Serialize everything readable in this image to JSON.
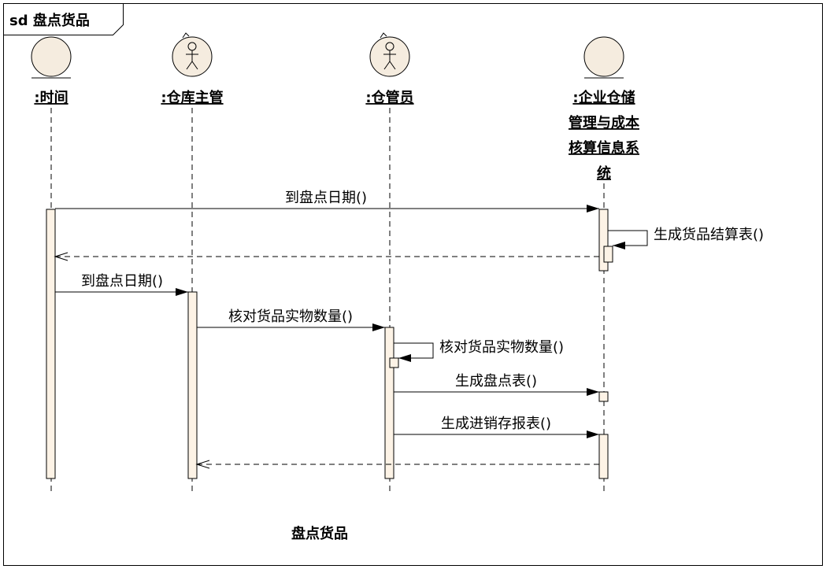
{
  "frame": {
    "title": "sd 盘点货品"
  },
  "lifelines": [
    {
      "kind": "entity",
      "name_lines": [
        ":时间"
      ]
    },
    {
      "kind": "actor",
      "name_lines": [
        ":仓库主管"
      ]
    },
    {
      "kind": "actor",
      "name_lines": [
        ":仓管员"
      ]
    },
    {
      "kind": "entity",
      "name_lines": [
        ":企业仓储",
        "管理与成本",
        "核算信息系",
        "统"
      ]
    }
  ],
  "messages": [
    {
      "from": 0,
      "to": 3,
      "kind": "sync",
      "label": "到盘点日期()"
    },
    {
      "from": 3,
      "to": 3,
      "kind": "self",
      "label": "生成货品结算表()"
    },
    {
      "from": 3,
      "to": 0,
      "kind": "return",
      "label": ""
    },
    {
      "from": 0,
      "to": 1,
      "kind": "sync",
      "label": "到盘点日期()"
    },
    {
      "from": 1,
      "to": 2,
      "kind": "sync",
      "label": "核对货品实物数量()"
    },
    {
      "from": 2,
      "to": 2,
      "kind": "self",
      "label": "核对货品实物数量()"
    },
    {
      "from": 2,
      "to": 3,
      "kind": "sync",
      "label": "生成盘点表()"
    },
    {
      "from": 2,
      "to": 3,
      "kind": "sync",
      "label": "生成进销存报表()"
    },
    {
      "from": 3,
      "to": 1,
      "kind": "return",
      "label": ""
    }
  ],
  "caption": "盘点货品",
  "colors": {
    "activation_fill": "#fdf3e6",
    "lifeline_icon_fill": "#f5ecdf",
    "line": "#000000"
  }
}
